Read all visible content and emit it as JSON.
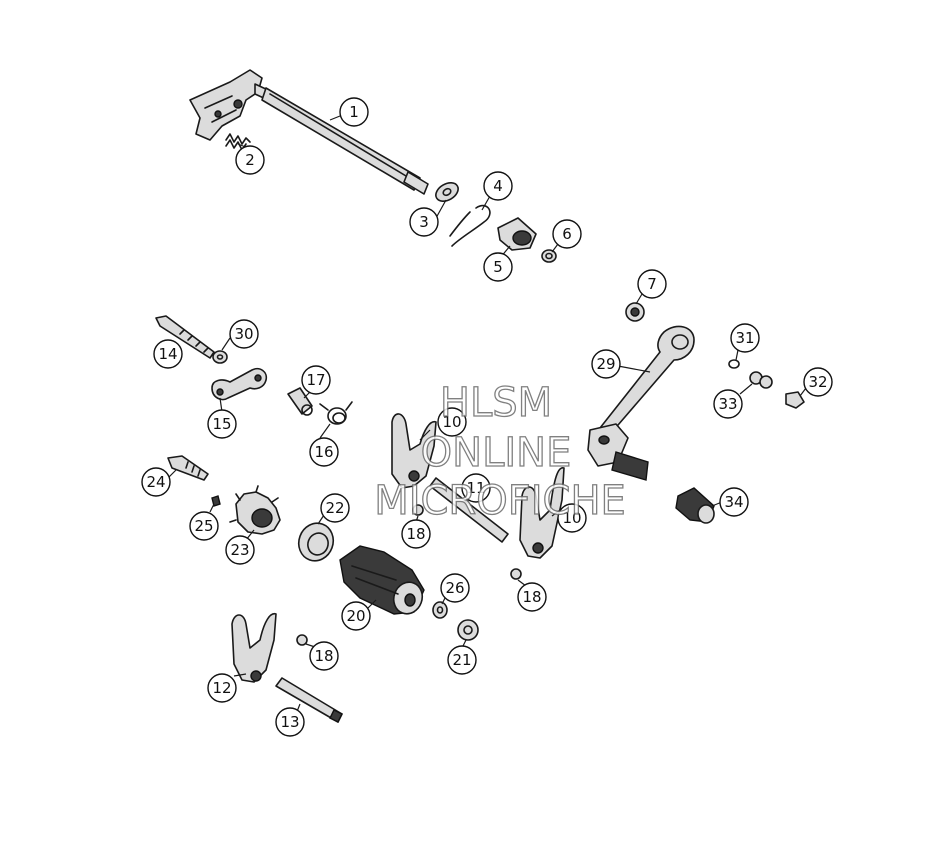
{
  "watermark": {
    "line1": "HLSM",
    "line2": "ONLINE",
    "line3": "MICROFICHE"
  },
  "callouts": [
    {
      "id": "c1",
      "label": "1"
    },
    {
      "id": "c2",
      "label": "2"
    },
    {
      "id": "c3",
      "label": "3"
    },
    {
      "id": "c4",
      "label": "4"
    },
    {
      "id": "c5",
      "label": "5"
    },
    {
      "id": "c6",
      "label": "6"
    },
    {
      "id": "c7",
      "label": "7"
    },
    {
      "id": "c10a",
      "label": "10"
    },
    {
      "id": "c10b",
      "label": "10"
    },
    {
      "id": "c11",
      "label": "11"
    },
    {
      "id": "c12",
      "label": "12"
    },
    {
      "id": "c13",
      "label": "13"
    },
    {
      "id": "c14",
      "label": "14"
    },
    {
      "id": "c15",
      "label": "15"
    },
    {
      "id": "c16",
      "label": "16"
    },
    {
      "id": "c17",
      "label": "17"
    },
    {
      "id": "c18a",
      "label": "18"
    },
    {
      "id": "c18b",
      "label": "18"
    },
    {
      "id": "c18c",
      "label": "18"
    },
    {
      "id": "c20",
      "label": "20"
    },
    {
      "id": "c21",
      "label": "21"
    },
    {
      "id": "c22",
      "label": "22"
    },
    {
      "id": "c23",
      "label": "23"
    },
    {
      "id": "c24",
      "label": "24"
    },
    {
      "id": "c25",
      "label": "25"
    },
    {
      "id": "c26",
      "label": "26"
    },
    {
      "id": "c29",
      "label": "29"
    },
    {
      "id": "c30",
      "label": "30"
    },
    {
      "id": "c31",
      "label": "31"
    },
    {
      "id": "c32",
      "label": "32"
    },
    {
      "id": "c33",
      "label": "33"
    },
    {
      "id": "c34",
      "label": "34"
    }
  ]
}
